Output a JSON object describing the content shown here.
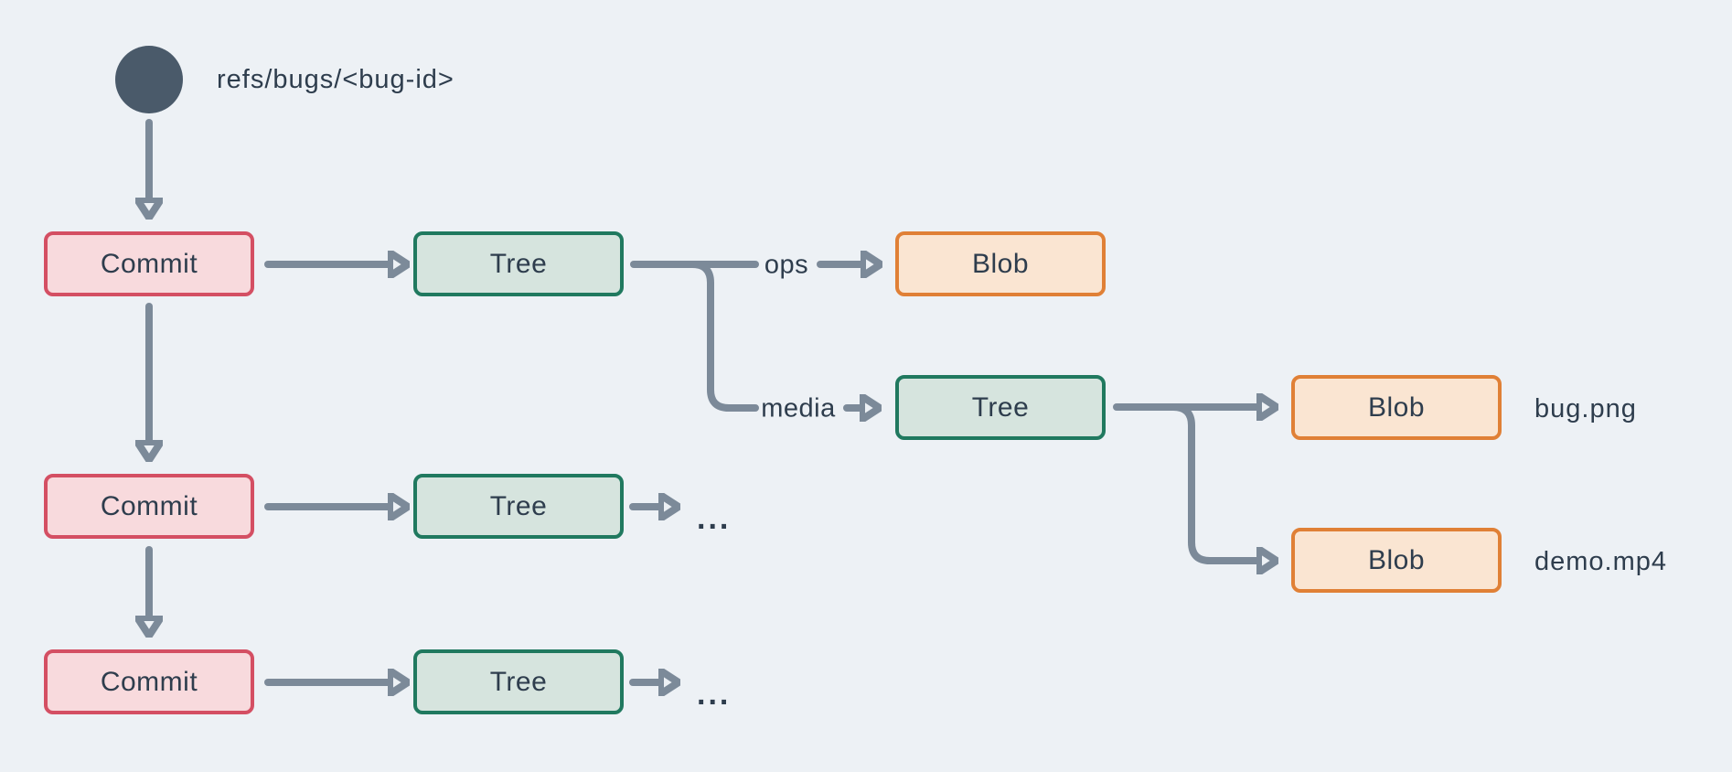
{
  "diagram": {
    "background": "#edf1f5",
    "connector_color": "#7c8a99",
    "text_color": "#2e3d4d",
    "ref": {
      "label": "refs/bugs/<bug-id>",
      "node_color": "#4a5a6a"
    },
    "node_types": {
      "commit": {
        "label": "Commit",
        "fill": "#f8dadd",
        "border": "#d44f63"
      },
      "tree": {
        "label": "Tree",
        "fill": "#d6e4de",
        "border": "#20795f"
      },
      "blob": {
        "label": "Blob",
        "fill": "#fae5d2",
        "border": "#e08036"
      }
    },
    "edge_labels": {
      "ops": "ops",
      "media": "media"
    },
    "file_labels": {
      "bug": "bug.png",
      "demo": "demo.mp4"
    },
    "ellipsis": "..."
  }
}
